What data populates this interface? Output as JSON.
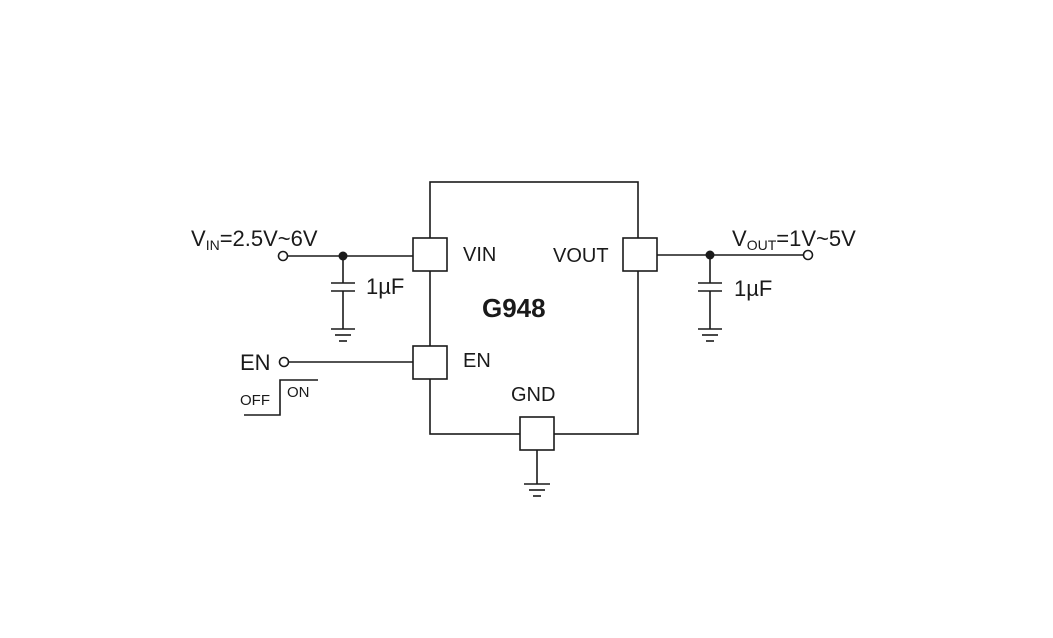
{
  "chip": {
    "name": "G948"
  },
  "pins": {
    "vin": "VIN",
    "vout": "VOUT",
    "en": "EN",
    "gnd": "GND"
  },
  "input": {
    "v_main": "V",
    "v_sub": "IN",
    "range": "=2.5V~6V",
    "cap": "1µF"
  },
  "output": {
    "v_main": "V",
    "v_sub": "OUT",
    "range": "=1V~5V",
    "cap": "1µF"
  },
  "enable": {
    "label": "EN",
    "off": "OFF",
    "on": "ON"
  }
}
